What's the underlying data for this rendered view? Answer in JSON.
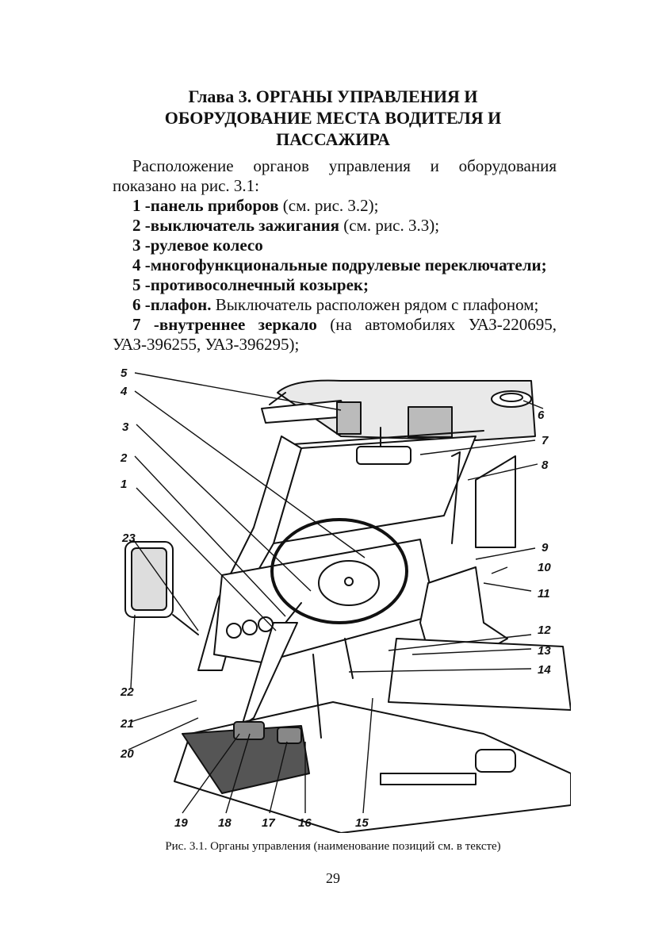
{
  "chapter": {
    "line1": "Глава 3. ОРГАНЫ УПРАВЛЕНИЯ И",
    "line2": "ОБОРУДОВАНИЕ МЕСТА ВОДИТЕЛЯ И",
    "line3": "ПАССАЖИРА"
  },
  "intro": "Расположение органов управления и оборудования показано на рис. 3.1:",
  "items": [
    {
      "bold": "1 -панель приборов",
      "rest": " (см. рис. 3.2);"
    },
    {
      "bold": "2 -выключатель зажигания",
      "rest": " (см. рис. 3.3);"
    },
    {
      "bold": "3 -рулевое колесо",
      "rest": ""
    },
    {
      "bold": "4 -многофункциональные подрулевые переключатели;",
      "rest": ""
    },
    {
      "bold": "5 -противосолнечный козырек;",
      "rest": ""
    },
    {
      "bold": "6 -плафон.",
      "rest": " Выключатель расположен рядом с плафоном;"
    },
    {
      "bold": "7 -внутреннее зеркало",
      "rest": " (на автомобилях УАЗ-220695, УАЗ-396255, УАЗ-396295);"
    }
  ],
  "figure_labels": {
    "n1": "1",
    "n2": "2",
    "n3": "3",
    "n4": "4",
    "n5": "5",
    "n6": "6",
    "n7": "7",
    "n8": "8",
    "n9": "9",
    "n10": "10",
    "n11": "11",
    "n12": "12",
    "n13": "13",
    "n14": "14",
    "n15": "15",
    "n16": "16",
    "n17": "17",
    "n18": "18",
    "n19": "19",
    "n20": "20",
    "n21": "21",
    "n22": "22",
    "n23": "23"
  },
  "caption": "Рис. 3.1. Органы управления (наименование позиций см. в тексте)",
  "page_number": "29"
}
